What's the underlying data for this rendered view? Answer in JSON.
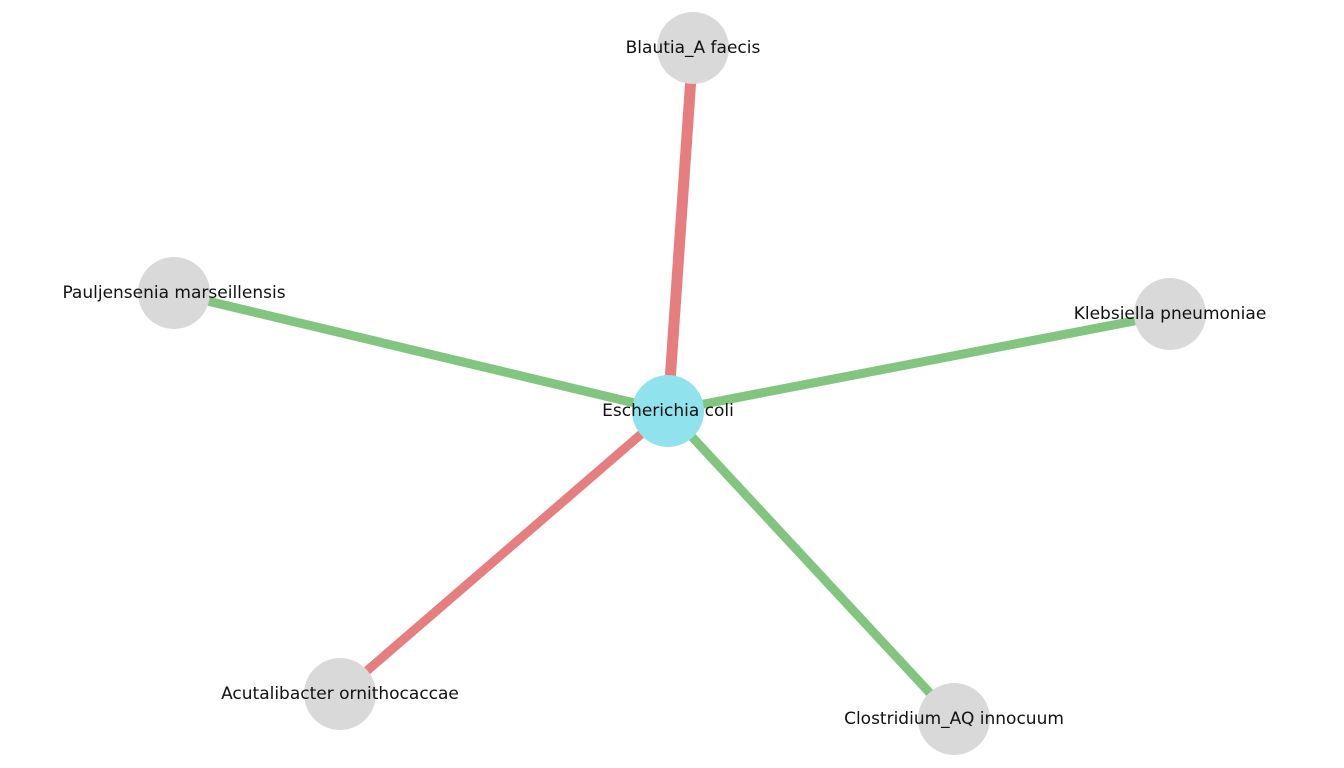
{
  "colors": {
    "center_node": "#90E2EC",
    "peripheral_node": "#D9D9D9",
    "positive_edge": "#81C57F",
    "negative_edge": "#E67E80",
    "background": "#FFFFFF"
  },
  "network": {
    "center": {
      "id": "ecoli",
      "label": "Escherichia coli"
    },
    "neighbors": [
      {
        "id": "blautia",
        "label": "Blautia_A faecis",
        "interaction": "negative"
      },
      {
        "id": "pauljensenia",
        "label": "Pauljensenia marseillensis",
        "interaction": "positive"
      },
      {
        "id": "klebsiella",
        "label": "Klebsiella pneumoniae",
        "interaction": "positive"
      },
      {
        "id": "acutalibacter",
        "label": "Acutalibacter ornithocaccae",
        "interaction": "negative"
      },
      {
        "id": "clostridium",
        "label": "Clostridium_AQ innocuum",
        "interaction": "positive"
      }
    ]
  }
}
